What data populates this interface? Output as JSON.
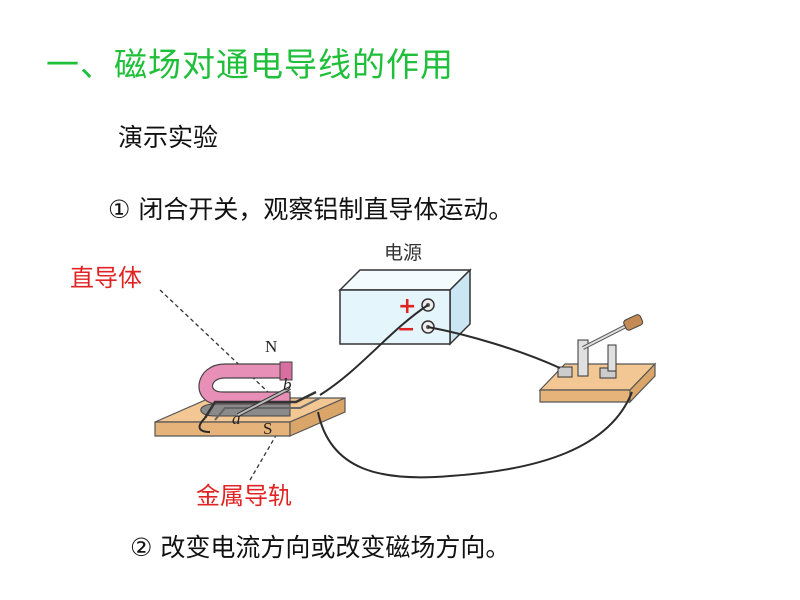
{
  "slide": {
    "title": "一、磁场对通电导线的作用",
    "subtitle": "演示实验",
    "step1": "① 闭合开关，观察铝制直导体运动。",
    "step2": "② 改变电流方向或改变磁场方向。"
  },
  "diagram": {
    "conductor_label": "直导体",
    "rail_label": "金属导轨",
    "power_source_label": "电源",
    "positive_sign": "+",
    "negative_sign": "−",
    "magnet_north": "N",
    "magnet_south": "S",
    "point_a": "a",
    "point_b": "b"
  },
  "colors": {
    "title": "#1fbf3a",
    "label": "#e02424",
    "board": "#f2c794",
    "source_box": "#e4f5fc",
    "magnet": "#e88fb8"
  }
}
